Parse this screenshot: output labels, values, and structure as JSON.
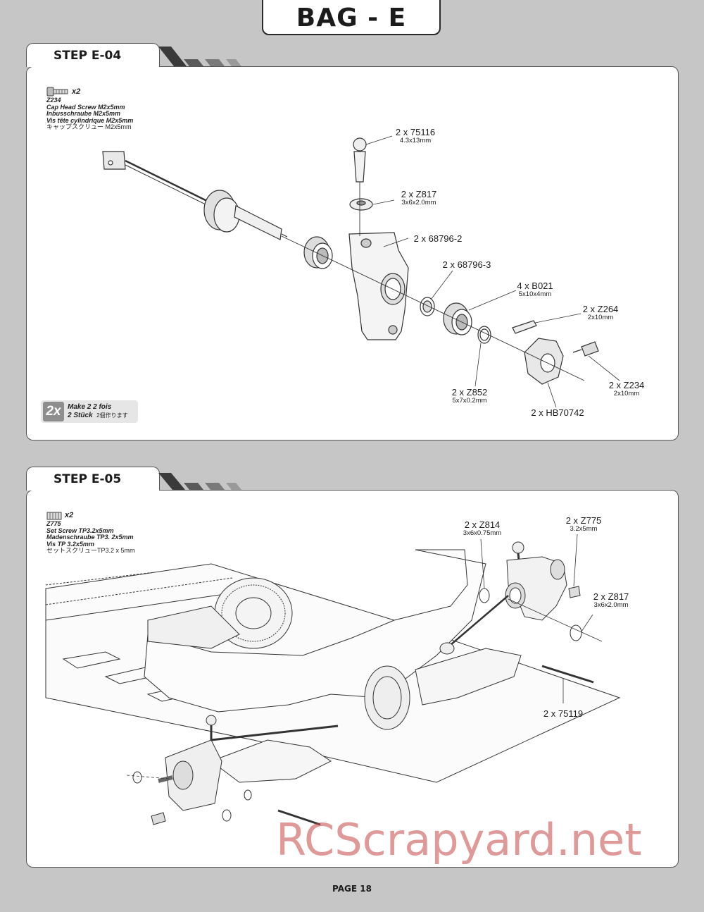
{
  "header": {
    "title": "BAG - E"
  },
  "steps": [
    {
      "label": "STEP E-04",
      "hardware": {
        "qty": "x2",
        "code": "Z234",
        "lines": [
          "Cap Head Screw M2x5mm",
          "Inbusschraube M2x5mm",
          "Vis tête cylindrique M2x5mm",
          "キャップスクリュー M2x5mm"
        ]
      },
      "callouts": [
        {
          "part": "2 x 75116",
          "size": "4.3x13mm"
        },
        {
          "part": "2 x Z817",
          "size": "3x6x2.0mm"
        },
        {
          "part": "2 x 68796-2",
          "size": ""
        },
        {
          "part": "2 x 68796-3",
          "size": ""
        },
        {
          "part": "4 x B021",
          "size": "5x10x4mm"
        },
        {
          "part": "2 x Z264",
          "size": "2x10mm"
        },
        {
          "part": "2 x Z234",
          "size": "2x10mm"
        },
        {
          "part": "2 x Z852",
          "size": "5x7x0.2mm"
        },
        {
          "part": "2 x HB70742",
          "size": ""
        }
      ],
      "make": {
        "badge": "2x",
        "line1": "Make 2   2 fois",
        "line2": "2 Stück",
        "line2_jp": "2個作ります"
      }
    },
    {
      "label": "STEP E-05",
      "hardware": {
        "qty": "x2",
        "code": "Z775",
        "lines": [
          "Set Screw TP3.2x5mm",
          "Madenschraube TP3. 2x5mm",
          "Vis TP 3.2x5mm",
          "セットスクリューTP3.2 x 5mm"
        ]
      },
      "callouts": [
        {
          "part": "2 x Z814",
          "size": "3x6x0.75mm"
        },
        {
          "part": "2 x Z775",
          "size": "3.2x5mm"
        },
        {
          "part": "2 x Z817",
          "size": "3x6x2.0mm"
        },
        {
          "part": "2 x 75119",
          "size": ""
        }
      ]
    }
  ],
  "footer": {
    "page": "PAGE 18"
  },
  "watermark": {
    "text": "RCScrapyard.net"
  }
}
